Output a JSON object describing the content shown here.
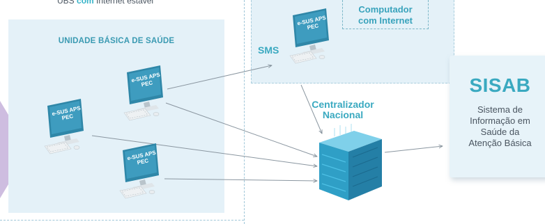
{
  "caption": {
    "prefix": "UBS ",
    "highlight": "com",
    "suffix": " Internet estável"
  },
  "ubs": {
    "title": "UNIDADE BÁSICA DE SAÚDE"
  },
  "sms": {
    "label": "SMS",
    "internet_line1": "Computador",
    "internet_line2": "com Internet"
  },
  "central": {
    "line1": "Centralizador",
    "line2": "Nacional"
  },
  "sisab": {
    "title": "SISAB",
    "desc_lines": [
      "Sistema de",
      "Informação em",
      "Saúde da",
      "Atenção Básica"
    ]
  },
  "computer_labels": {
    "line1": "e-SUS APS",
    "line2": "PEC"
  },
  "colors": {
    "accent": "#3aa9c0",
    "panel": "#e4f1f8",
    "monitor": "#2f87a8",
    "server": "#2d9cc0",
    "purple": "#c9b6dd"
  }
}
